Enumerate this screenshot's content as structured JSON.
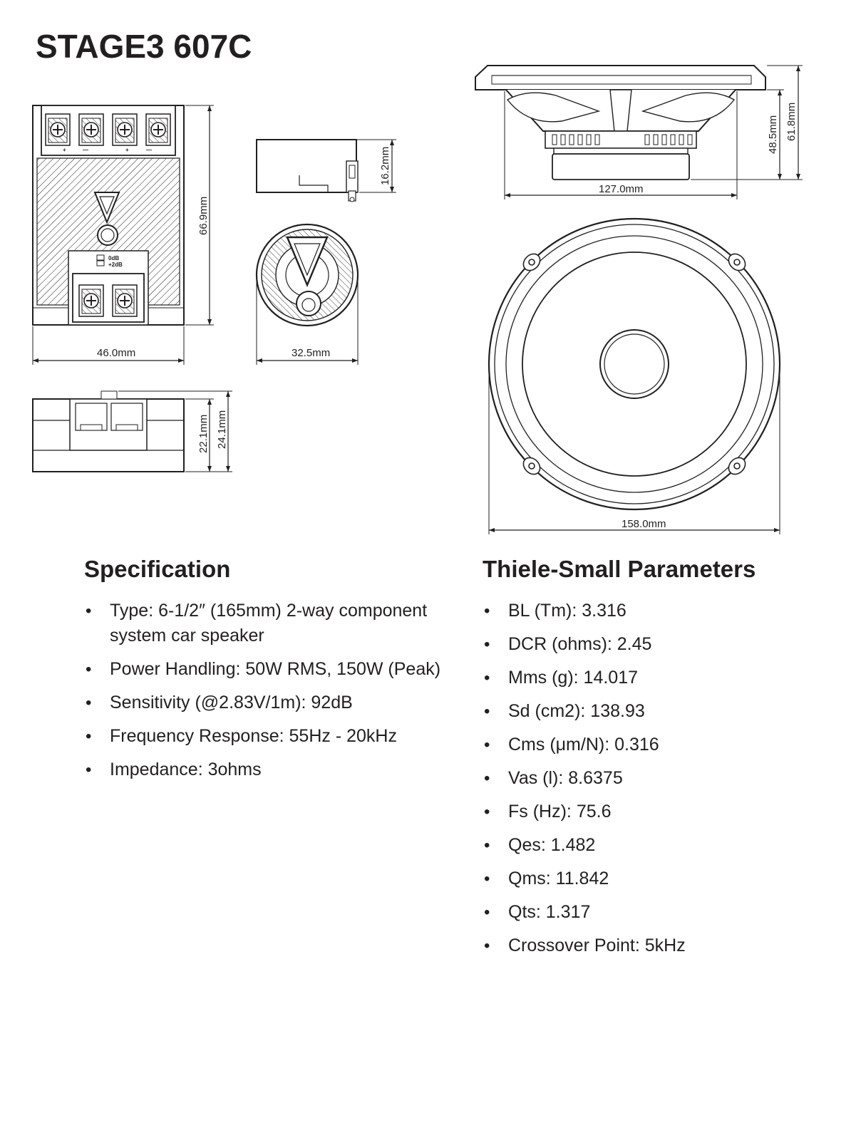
{
  "page": {
    "title": "STAGE3 607C"
  },
  "drawings": {
    "crossover_labels": {
      "input_plus": "+",
      "input_minus": "—",
      "output_plus": "+",
      "output_minus": "—",
      "level_0db": "0dB",
      "level_2db": "+2dB"
    },
    "dimensions": {
      "crossover_width": "46.0mm",
      "crossover_height": "66.9mm",
      "crossover_depth_a": "22.1mm",
      "crossover_depth_b": "24.1mm",
      "tweeter_height": "16.2mm",
      "tweeter_diameter": "32.5mm",
      "woofer_mount": "127.0mm",
      "woofer_depth_a": "48.5mm",
      "woofer_depth_b": "61.8mm",
      "woofer_diameter": "158.0mm"
    }
  },
  "specification": {
    "heading": "Specification",
    "items": [
      "Type: 6-1/2″ (165mm) 2-way component system car speaker",
      "Power Handling: 50W RMS, 150W (Peak)",
      "Sensitivity (@2.83V/1m): 92dB",
      "Frequency Response: 55Hz - 20kHz",
      "Impedance: 3ohms"
    ]
  },
  "thiele_small": {
    "heading": "Thiele-Small Parameters",
    "items": [
      "BL (Tm): 3.316",
      "DCR (ohms): 2.45",
      "Mms (g): 14.017",
      "Sd (cm2): 138.93",
      "Cms (μm/N): 0.316",
      "Vas (l): 8.6375",
      "Fs (Hz): 75.6",
      "Qes: 1.482",
      "Qms: 11.842",
      "Qts: 1.317",
      "Crossover Point: 5kHz"
    ]
  }
}
